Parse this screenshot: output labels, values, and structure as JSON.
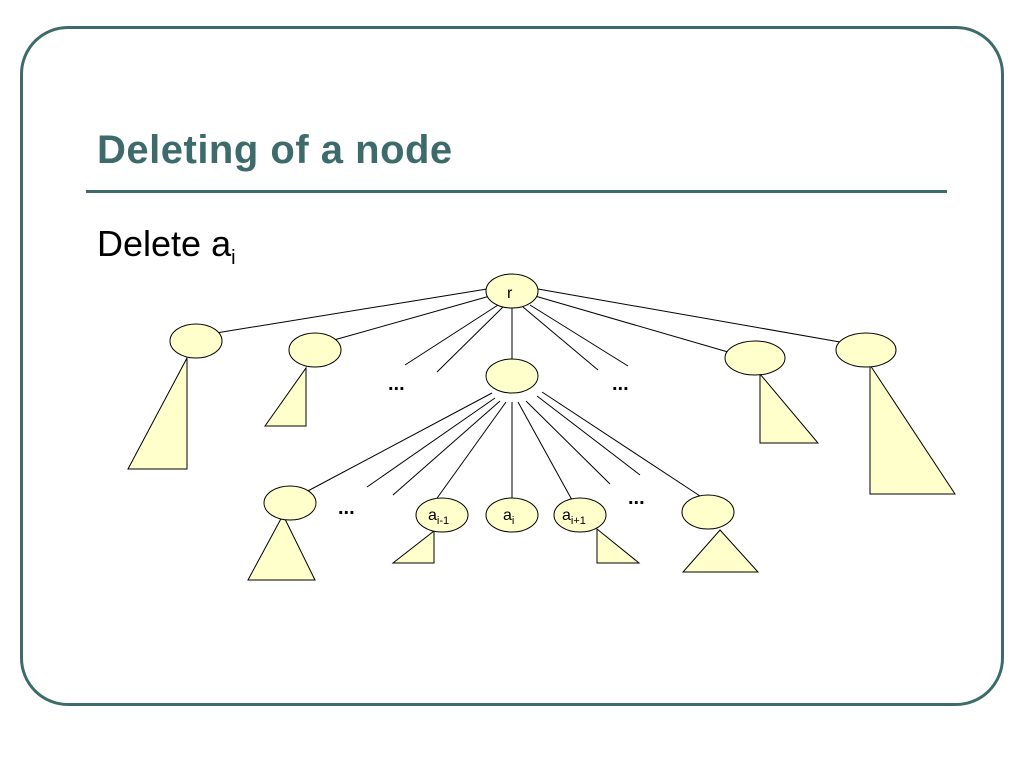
{
  "slide": {
    "title": "Deleting of a node",
    "subtitle_text": "Delete a",
    "subtitle_subscript": "i"
  },
  "tree": {
    "root_label": "r",
    "ellipsis": "...",
    "node_a_prev": {
      "base": "a",
      "sub": "i-1"
    },
    "node_a_i": {
      "base": "a",
      "sub": "i"
    },
    "node_a_next": {
      "base": "a",
      "sub": "i+1"
    }
  },
  "colors": {
    "accent": "#3d6b6b",
    "node_fill": "#ffffcc",
    "stroke": "#000000"
  }
}
